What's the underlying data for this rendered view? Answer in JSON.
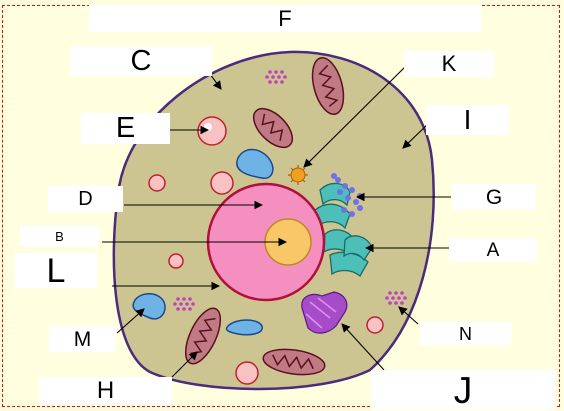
{
  "title": "F",
  "labels": {
    "a": "A",
    "b": "B",
    "c": "C",
    "d": "D",
    "e": "E",
    "g": "G",
    "h": "H",
    "i": "I",
    "j": "J",
    "k": "K",
    "l": "L",
    "m": "M",
    "n": "N"
  },
  "colors": {
    "background": "#ffffe0",
    "frame": "#e01010",
    "cytoplasm": "#cdc591",
    "membrane": "#4b2b7a",
    "nucleus": "#f58fc0",
    "nuclear_envelope": "#b0103a",
    "nucleolus": "#f7c768",
    "mitochondria": "#c07a84",
    "vacuole": "#f9c2c2",
    "vesicle": "#6fb3e6",
    "golgi": "#4cc0b8",
    "er": "#a64cc8",
    "centrosome": "#f0a020",
    "ribosome": "#c040c0"
  }
}
